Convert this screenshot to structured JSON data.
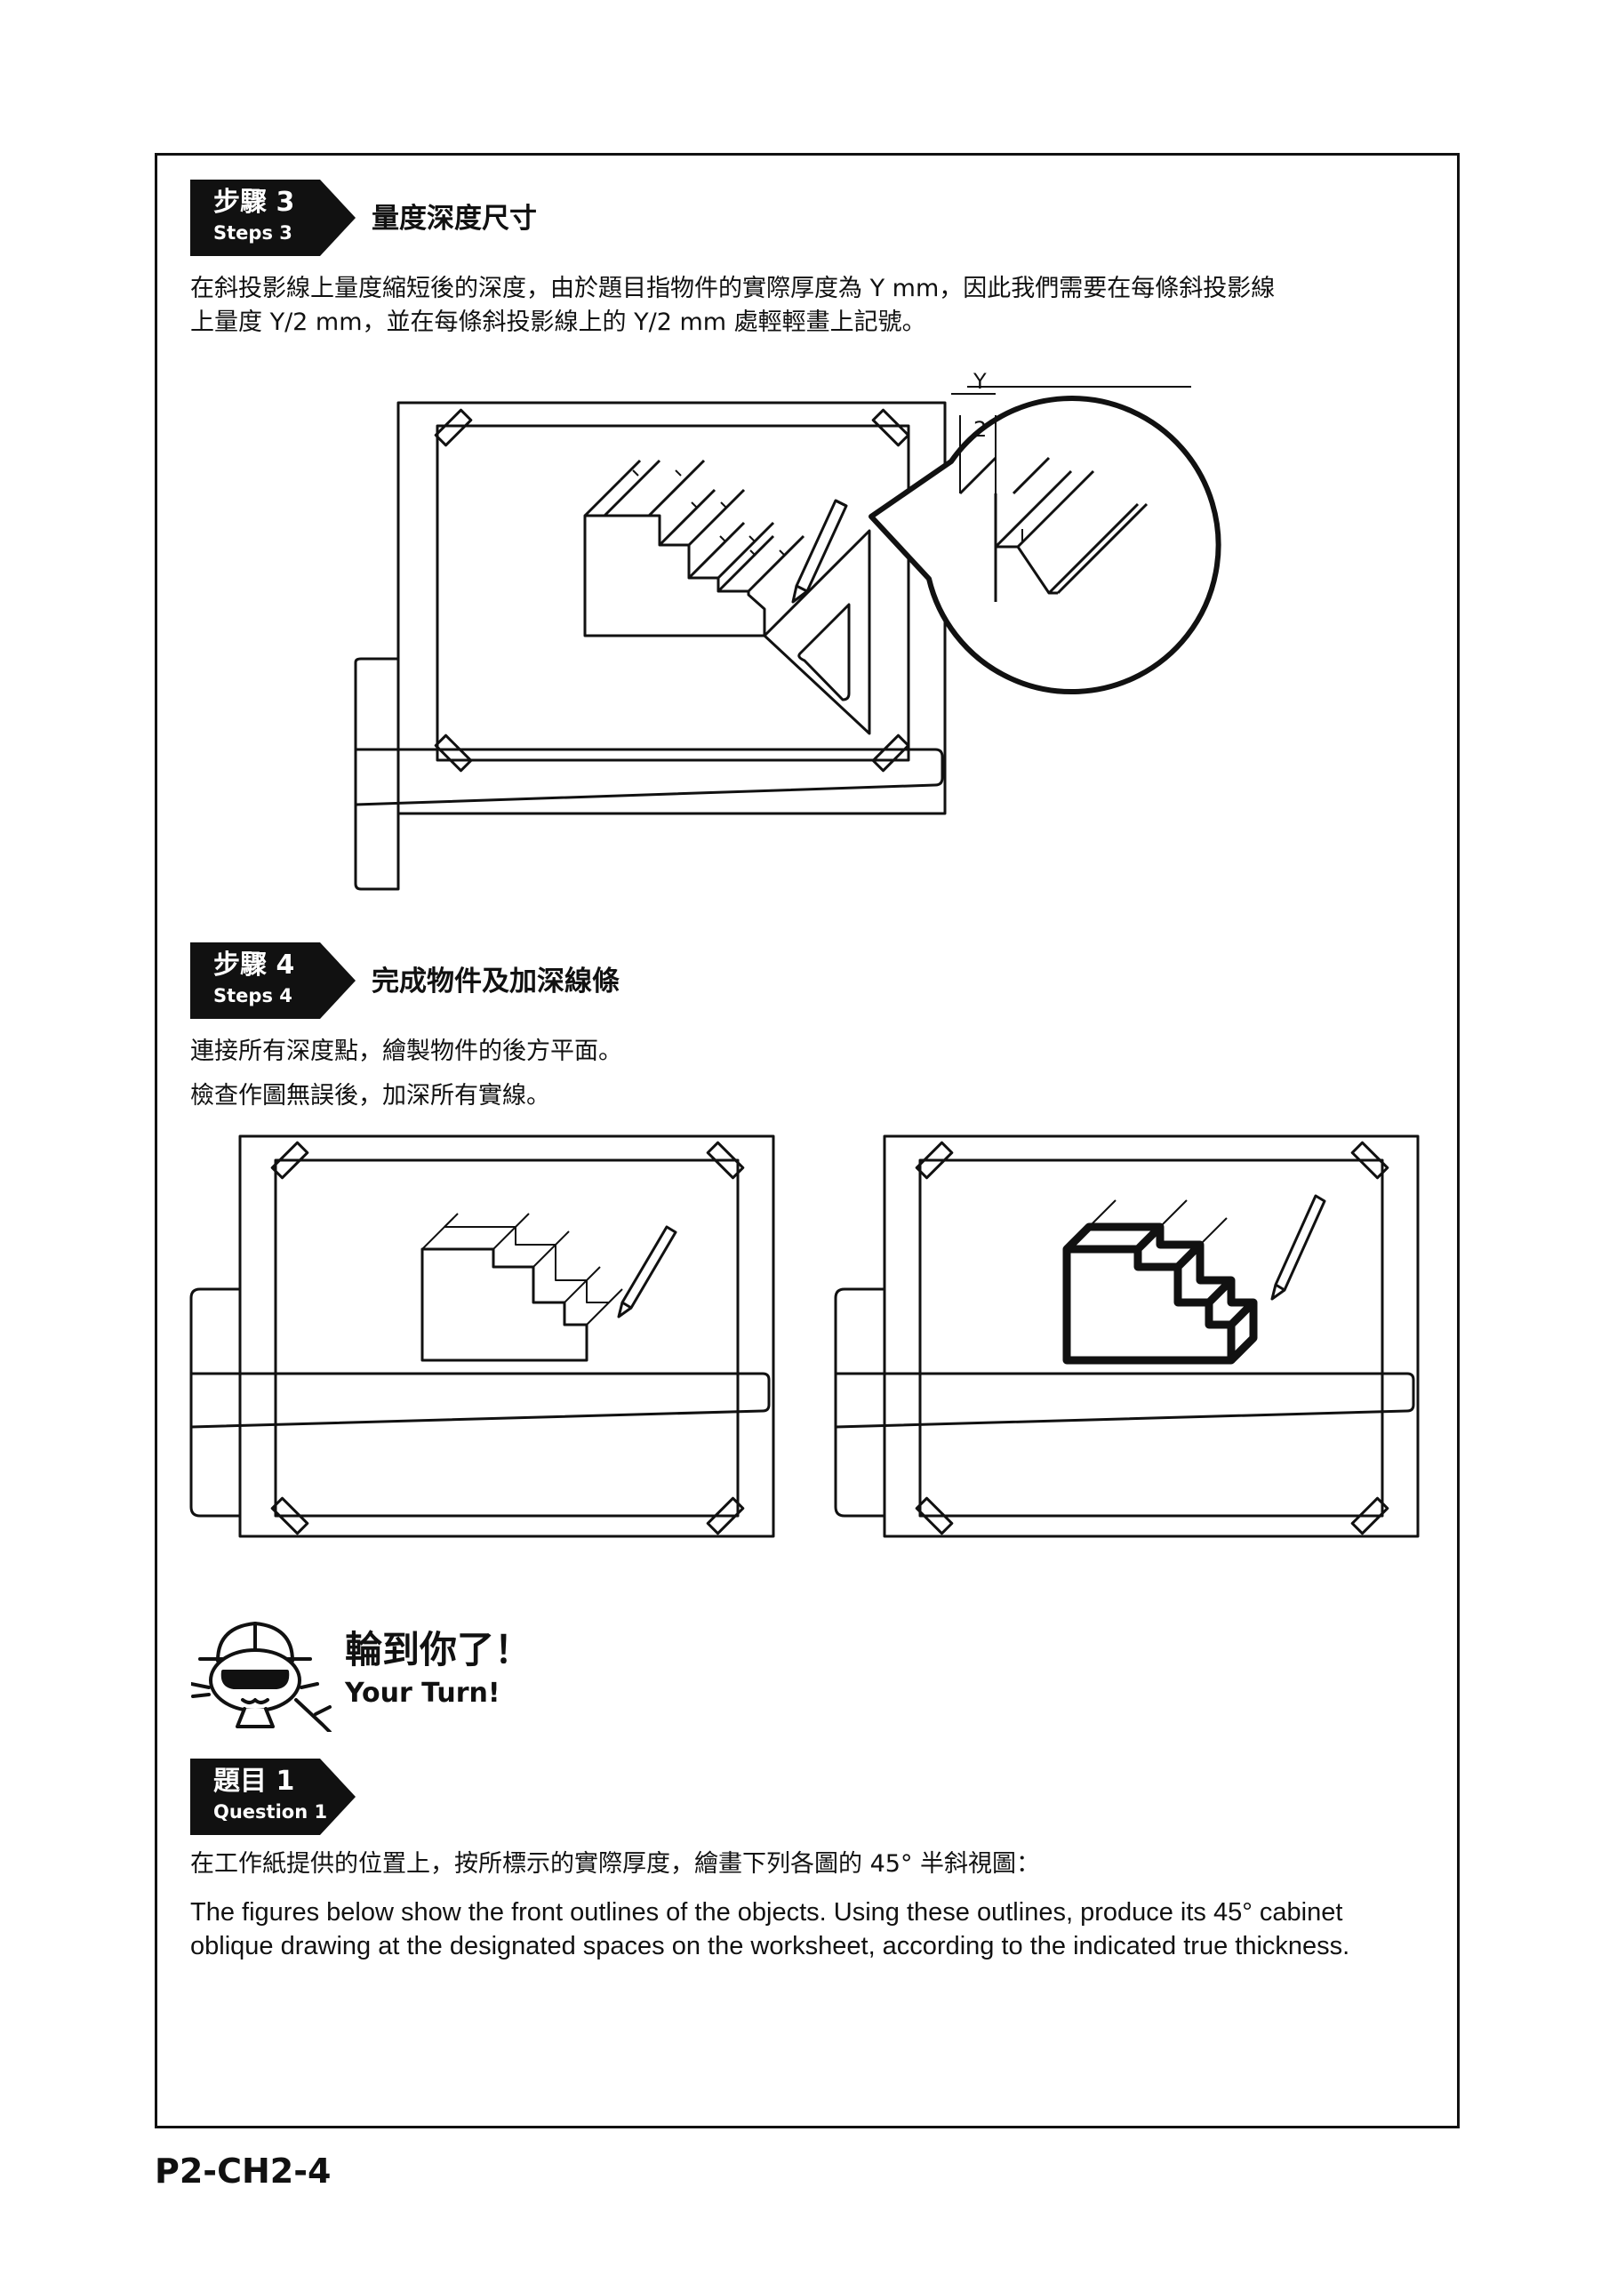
{
  "steps": [
    {
      "tag": "步驟 3",
      "tag_en": "Steps 3",
      "heading": "量度深度尺寸",
      "lines": [
        "在斜投影線上量度縮短後的深度，由於題目指物件的實際厚度為 Y mm，因此我們需要在每條斜投影線",
        "上量度 Y/2 mm，並在每條斜投影線上的  Y/2 mm 處輕輕畫上記號。"
      ],
      "callout": {
        "numerator": "Y",
        "denominator": "2"
      }
    },
    {
      "tag": "步驟 4",
      "tag_en": "Steps 4",
      "heading": "完成物件及加深線條",
      "lines": [
        "連接所有深度點，繪製物件的後方平面。",
        "檢查作圖無誤後，加深所有實線。"
      ]
    }
  ],
  "your_turn": {
    "title_zh": "輪到你了！",
    "title_en": "Your Turn!"
  },
  "question": {
    "tag": "題目 1",
    "tag_en": "Question 1",
    "instruction_zh": "在工作紙提供的位置上，按所標示的實際厚度，繪畫下列各圖的 45° 半斜視圖：",
    "instruction_en": [
      "The figures below show the front outlines of the objects. Using these outlines, produce its 45° cabinet",
      "oblique drawing at the designated spaces on the worksheet, according to the indicated true thickness."
    ]
  },
  "page_number": "P2-CH2-4"
}
